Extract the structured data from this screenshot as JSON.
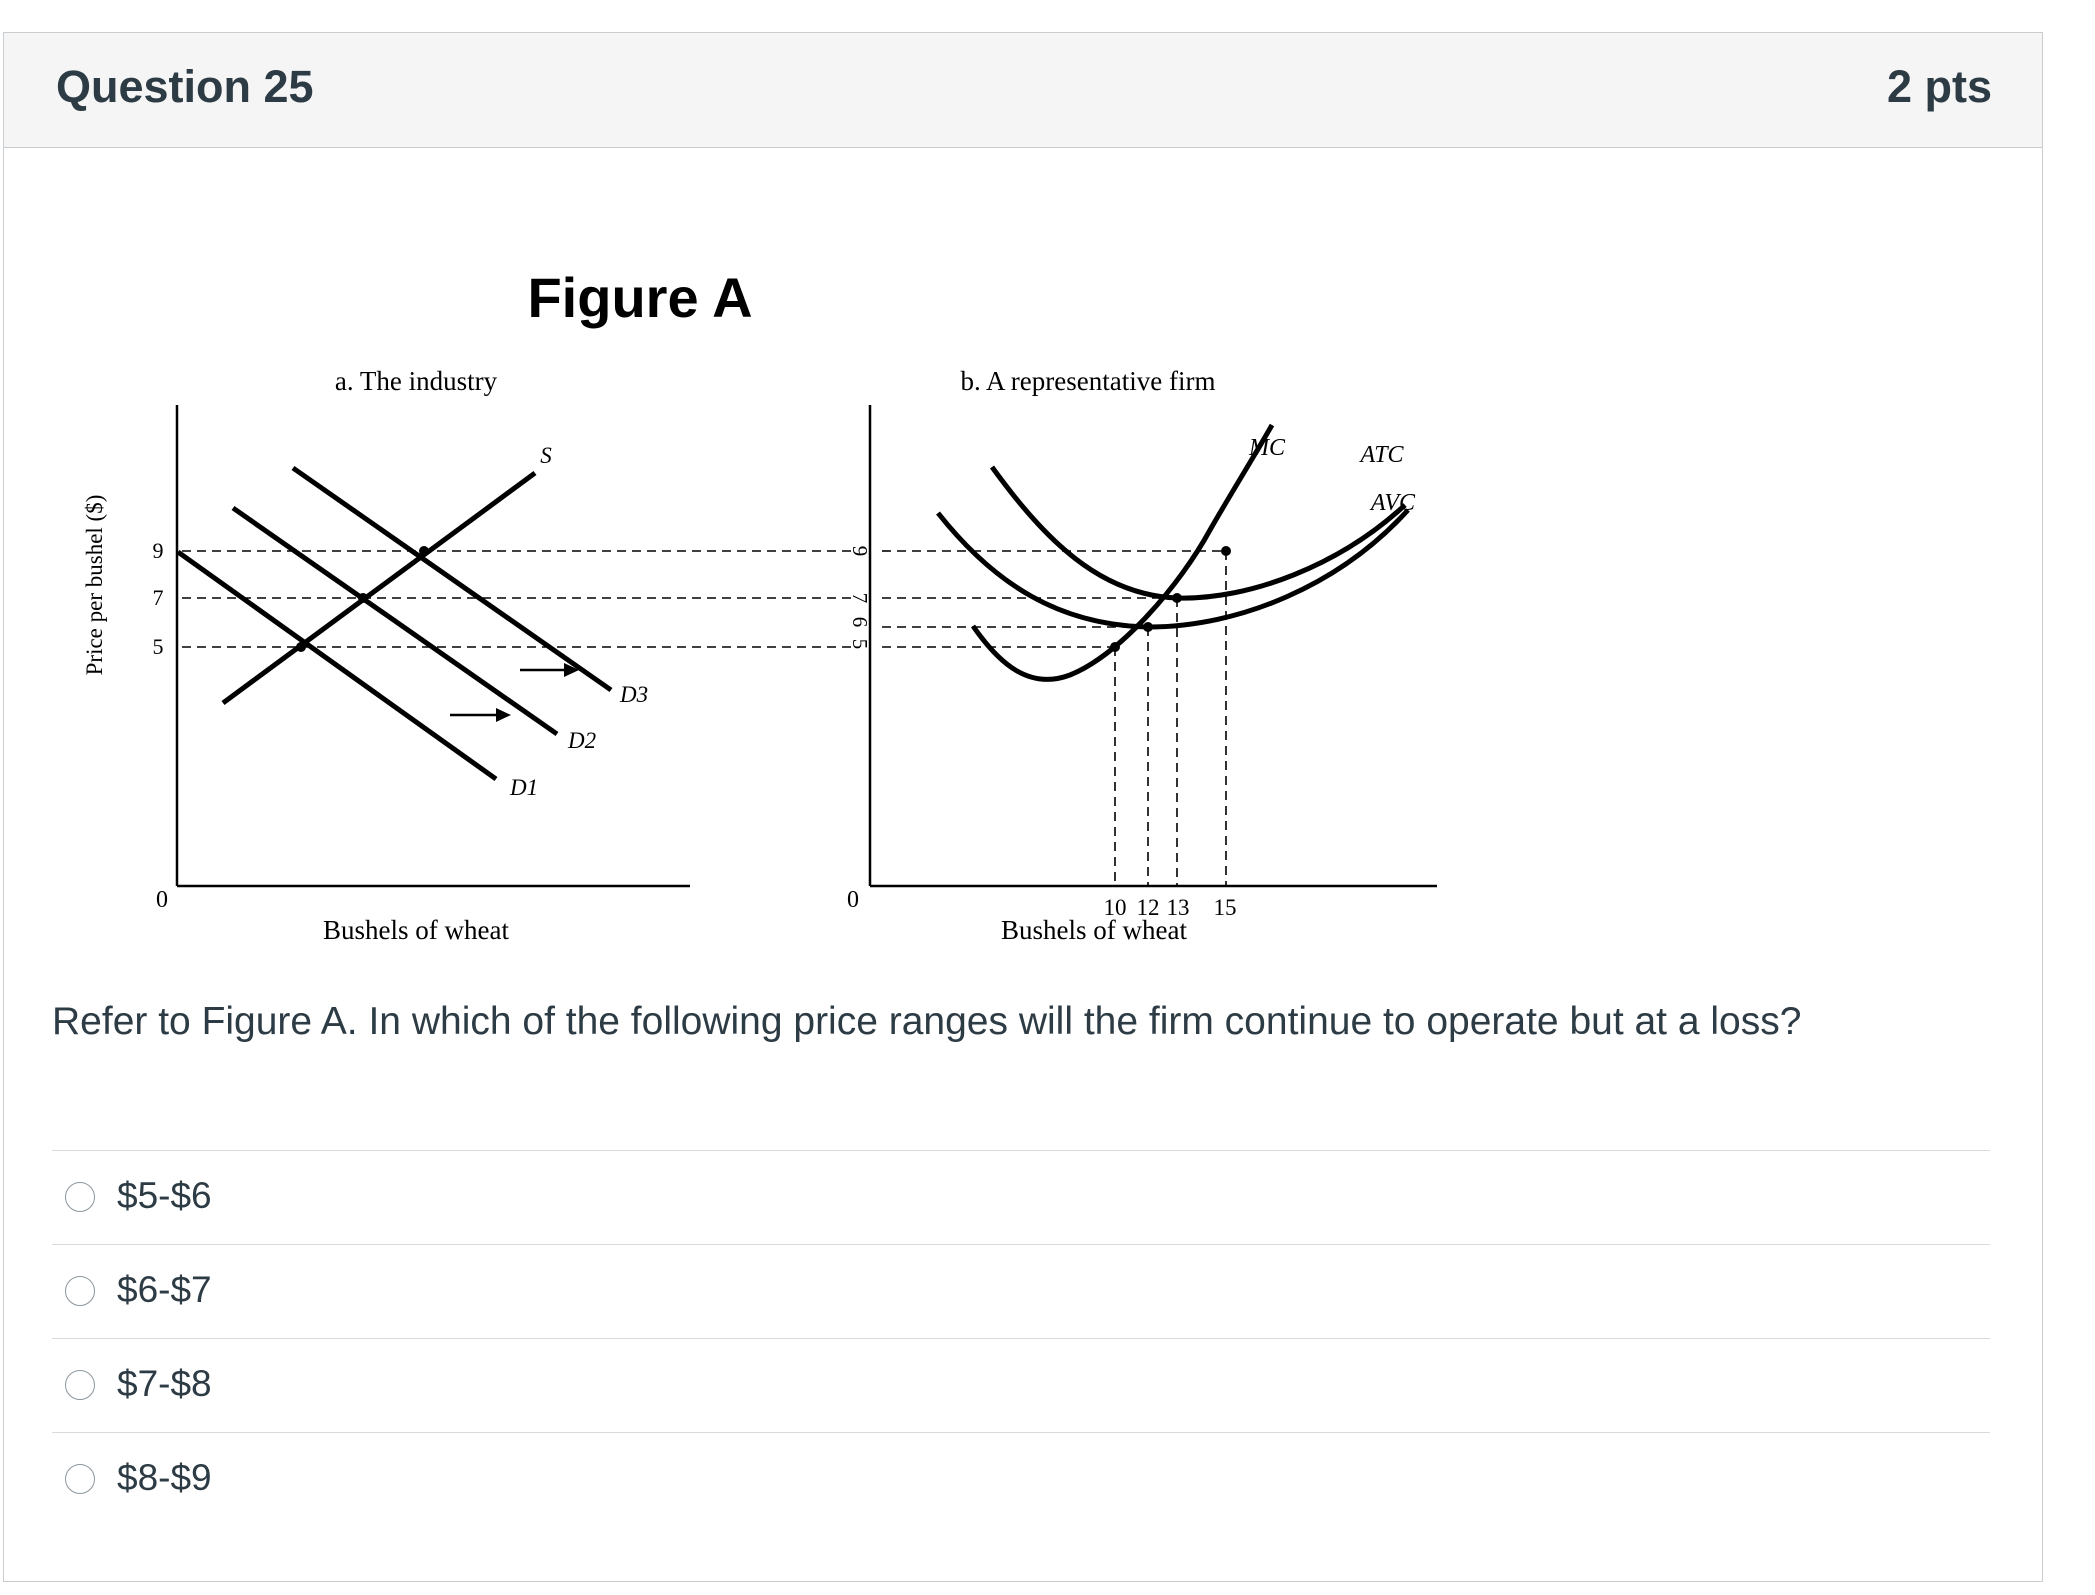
{
  "question": {
    "title": "Question 25",
    "points": "2 pts",
    "text": "Refer to Figure A. In which of the following price ranges will the firm continue to operate but at a loss?"
  },
  "figure": {
    "title": "Figure A",
    "y_axis_label": "Price per bushel ($)",
    "panel_a": {
      "title": "a. The industry",
      "x_label": "Bushels of wheat",
      "origin_label": "0",
      "price_ticks": [
        "9",
        "7",
        "5"
      ],
      "supply_label": "S",
      "demand_labels": [
        "D1",
        "D2",
        "D3"
      ]
    },
    "panel_b": {
      "title": "b. A representative firm",
      "x_label": "Bushels of wheat",
      "origin_label": "0",
      "price_ticks": [
        "9",
        "7",
        "6",
        "5"
      ],
      "quantity_ticks": [
        "10",
        "12",
        "13",
        "15"
      ],
      "curve_labels": [
        "MC",
        "ATC",
        "AVC"
      ]
    }
  },
  "answers": [
    {
      "label": "$5-$6",
      "selected": false
    },
    {
      "label": "$6-$7",
      "selected": false
    },
    {
      "label": "$7-$8",
      "selected": false
    },
    {
      "label": "$8-$9",
      "selected": false
    }
  ]
}
